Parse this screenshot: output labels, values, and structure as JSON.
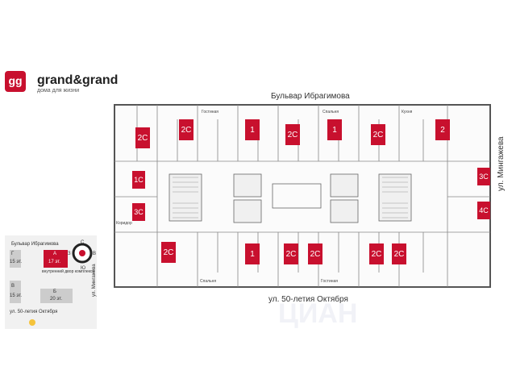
{
  "brand": {
    "name": "grand&grand",
    "tagline": "дома для жизни",
    "logo_glyph": "gg",
    "accent": "#c8102e"
  },
  "streets": {
    "top": "Бульвар Ибрагимова",
    "bottom": "ул. 50-летия Октября",
    "right": "ул. Мингажева"
  },
  "units": {
    "top_row": [
      {
        "label": "2С",
        "color": "#c8102e"
      },
      {
        "label": "2С",
        "color": "#c8102e"
      },
      {
        "label": "1",
        "color": "#c8102e"
      },
      {
        "label": "2С",
        "color": "#c8102e"
      },
      {
        "label": "1",
        "color": "#c8102e"
      },
      {
        "label": "2С",
        "color": "#c8102e"
      },
      {
        "label": "2",
        "color": "#c8102e"
      }
    ],
    "left_col": [
      {
        "label": "1С",
        "color": "#c8102e"
      },
      {
        "label": "3С",
        "color": "#c8102e"
      }
    ],
    "right_col": [
      {
        "label": "3С",
        "color": "#c8102e"
      },
      {
        "label": "4С",
        "color": "#c8102e"
      }
    ],
    "bottom_row": [
      {
        "label": "2С",
        "color": "#c8102e"
      },
      {
        "label": "1",
        "color": "#c8102e"
      },
      {
        "label": "2С",
        "color": "#c8102e"
      },
      {
        "label": "2С",
        "color": "#c8102e"
      },
      {
        "label": "2С",
        "color": "#c8102e"
      },
      {
        "label": "2С",
        "color": "#c8102e"
      }
    ]
  },
  "room_labels": {
    "living": "Гостиная",
    "bedroom": "Спальня",
    "kitchen": "Кухня",
    "corridor": "Коридор"
  },
  "minimap": {
    "top_street": "Бульвар Ибрагимова",
    "bottom_street": "ул. 50-летия Октября",
    "right_street": "ул. Мингажева",
    "courtyard": "внутренний двор комплекса",
    "blocks": [
      {
        "letter": "Г",
        "floors": "15 эт."
      },
      {
        "letter": "А",
        "floors": "17 эт."
      },
      {
        "letter": "В",
        "floors": "15 эт."
      },
      {
        "letter": "Б",
        "floors": "20 эт."
      }
    ],
    "compass": [
      "С",
      "З",
      "Ю",
      "В"
    ]
  },
  "watermark": "ЦИАН"
}
